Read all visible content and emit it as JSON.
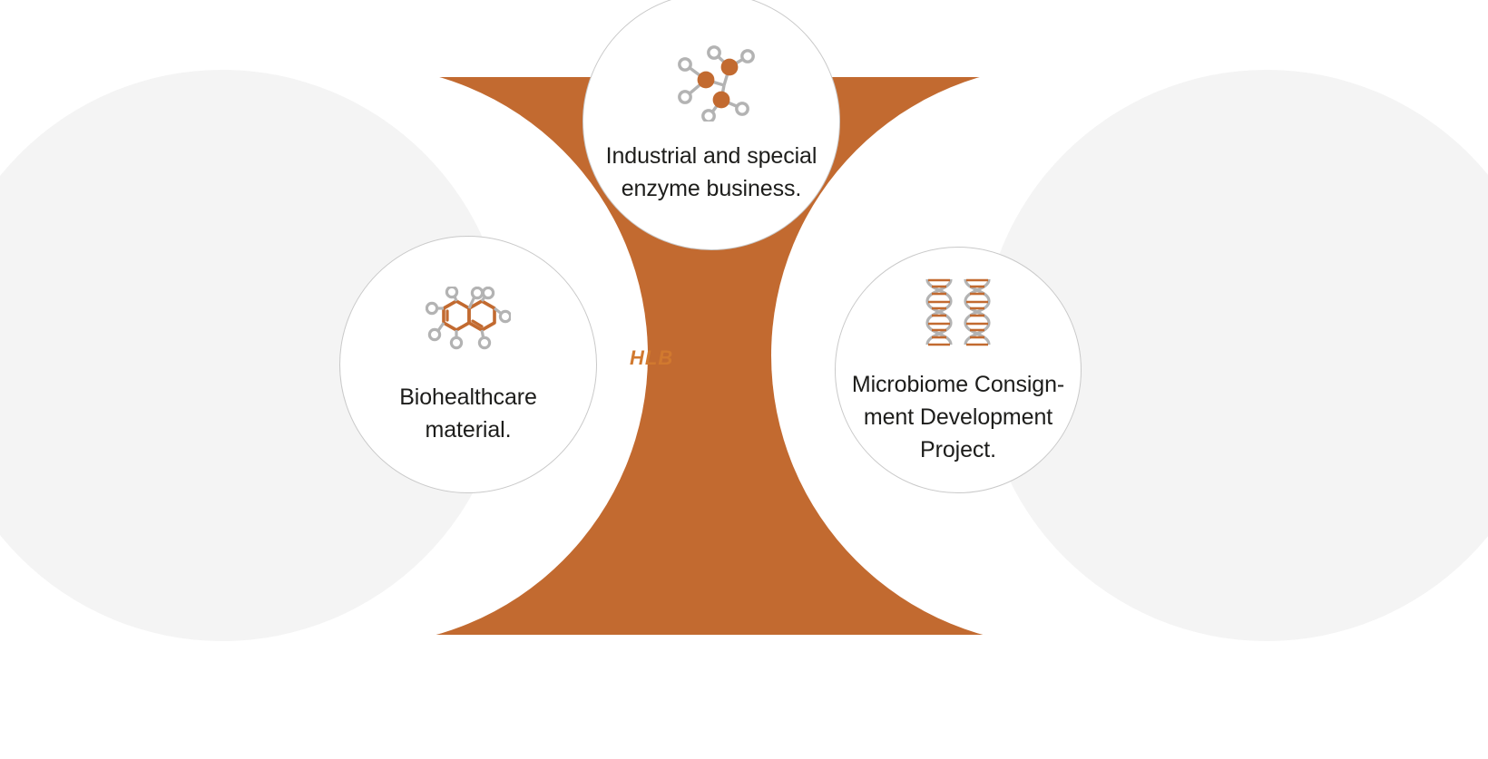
{
  "colors": {
    "orange_main": "#c26a30",
    "orange_dark": "#b4622c",
    "orange_logo": "#d1792f",
    "gray_circle": "#f4f4f4",
    "bubble_border": "#c9c9c9",
    "text": "#1d1d1b",
    "icon_gray": "#b3b3b3",
    "icon_orange": "#c26a30"
  },
  "center": {
    "logo_text": "HLB"
  },
  "bubbles": [
    {
      "id": "enzyme",
      "icon": "molecule-icon",
      "text": "Industrial and special enzyme business.",
      "lines": [
        "Industrial and special",
        "enzyme business."
      ]
    },
    {
      "id": "biohealthcare",
      "icon": "benzene-ring-icon",
      "text": "Biohealthcare material.",
      "lines": [
        "Biohealthcare",
        "material."
      ]
    },
    {
      "id": "microbiome",
      "icon": "dna-helix-icon",
      "text": "Microbiome Consignment Development Project.",
      "lines": [
        "Microbiome Consign-",
        "ment Development",
        "Project."
      ]
    }
  ]
}
